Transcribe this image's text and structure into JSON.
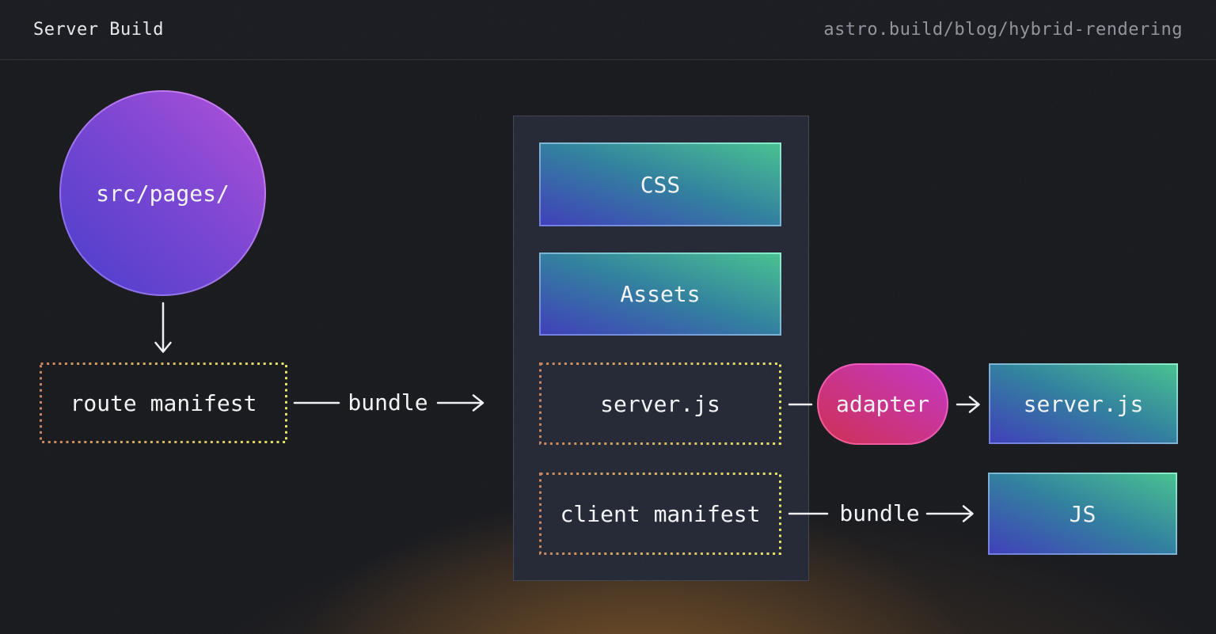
{
  "header": {
    "title": "Server Build",
    "url": "astro.build/blog/hybrid-rendering"
  },
  "diagram": {
    "nodes": {
      "src_pages": {
        "label": "src/pages/",
        "shape": "circle",
        "color": "purple-gradient"
      },
      "route_manifest": {
        "label": "route manifest",
        "shape": "dotted-box",
        "color": "orange-yellow-dotted"
      },
      "bundle_output": {
        "label": "",
        "shape": "group-panel",
        "color": "dark-panel"
      },
      "css": {
        "label": "CSS",
        "shape": "box",
        "color": "blue-green-gradient"
      },
      "assets": {
        "label": "Assets",
        "shape": "box",
        "color": "blue-green-gradient"
      },
      "server_js_mid": {
        "label": "server.js",
        "shape": "dotted-box",
        "color": "orange-yellow-dotted"
      },
      "client_manifest": {
        "label": "client manifest",
        "shape": "dotted-box",
        "color": "orange-yellow-dotted"
      },
      "adapter": {
        "label": "adapter",
        "shape": "pill",
        "color": "red-magenta-gradient"
      },
      "server_js_final": {
        "label": "server.js",
        "shape": "box",
        "color": "blue-green-gradient"
      },
      "js_final": {
        "label": "JS",
        "shape": "box",
        "color": "blue-green-gradient"
      }
    },
    "edges": [
      {
        "from": "src_pages",
        "to": "route_manifest",
        "label": ""
      },
      {
        "from": "route_manifest",
        "to": "bundle_output",
        "label": "bundle"
      },
      {
        "from": "server_js_mid",
        "to": "adapter",
        "label": ""
      },
      {
        "from": "adapter",
        "to": "server_js_final",
        "label": ""
      },
      {
        "from": "client_manifest",
        "to": "js_final",
        "label": "bundle"
      }
    ]
  },
  "colors": {
    "background": "#17181c",
    "panel": "#232734",
    "text": "#f2f3f5",
    "muted_text": "#90929c",
    "blue_green_gradient": [
      "#3d3db8",
      "#46c08f"
    ],
    "purple_gradient": [
      "#463bca",
      "#b04ed8"
    ],
    "red_magenta_gradient": [
      "#cd2d51",
      "#c434c4"
    ],
    "dotted_border_gradient": [
      "#c9855c",
      "#e9e566"
    ],
    "arrow": "#eef0f3"
  }
}
